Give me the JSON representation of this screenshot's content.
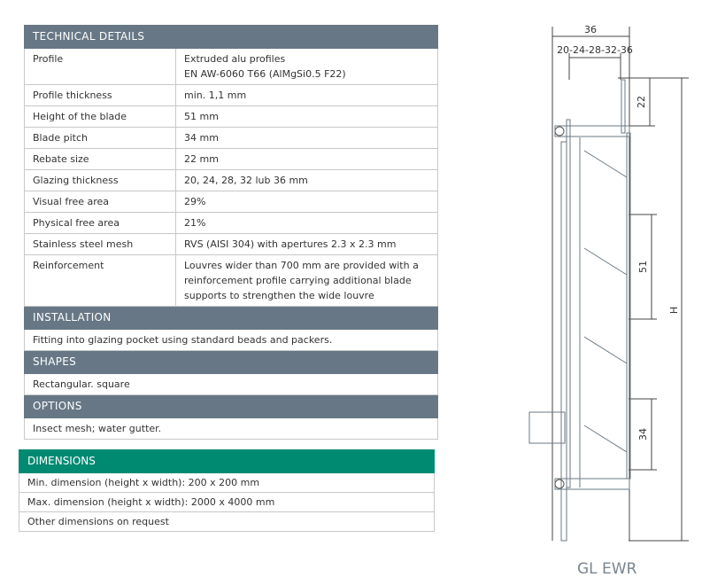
{
  "technical": {
    "header": "TECHNICAL DETAILS",
    "rows": [
      {
        "k": "Profile",
        "v1": "Extruded alu profiles",
        "v2": "EN AW-6060 T66 (AlMgSi0.5 F22)"
      },
      {
        "k": "Profile thickness",
        "v": "min. 1,1 mm"
      },
      {
        "k": "Height of the blade",
        "v": "51 mm"
      },
      {
        "k": "Blade pitch",
        "v": "34 mm"
      },
      {
        "k": "Rebate size",
        "v": "22 mm"
      },
      {
        "k": "Glazing thickness",
        "v": "20, 24, 28, 32 lub 36 mm"
      },
      {
        "k": "Visual free area",
        "v": "29%"
      },
      {
        "k": "Physical free area",
        "v": "21%"
      },
      {
        "k": "Stainless steel mesh",
        "v": "RVS (AISI 304) with apertures 2.3 x 2.3 mm"
      },
      {
        "k": "Reinforcement",
        "v1": "Louvres wider than 700 mm are provided with a",
        "v2": "reinforcement profile carrying additional blade",
        "v3": "supports to strengthen the wide louvre"
      }
    ]
  },
  "installation": {
    "header": "INSTALLATION",
    "text": "Fitting into glazing pocket using standard beads and packers."
  },
  "shapes": {
    "header": "SHAPES",
    "text": "Rectangular. square"
  },
  "options": {
    "header": "OPTIONS",
    "text": "Insect mesh; water gutter."
  },
  "dimensions": {
    "header": "DIMENSIONS",
    "rows": [
      "Min. dimension (height x width): 200 x 200 mm",
      "Max. dimension (height x width): 2000 x 4000 mm",
      "Other dimensions on request"
    ]
  },
  "drawing": {
    "width_total": "36",
    "glazing": "20-24-28-32-36",
    "rebate": "22",
    "blade": "51",
    "pitch": "34",
    "height": "H",
    "title": "GL EWR"
  }
}
